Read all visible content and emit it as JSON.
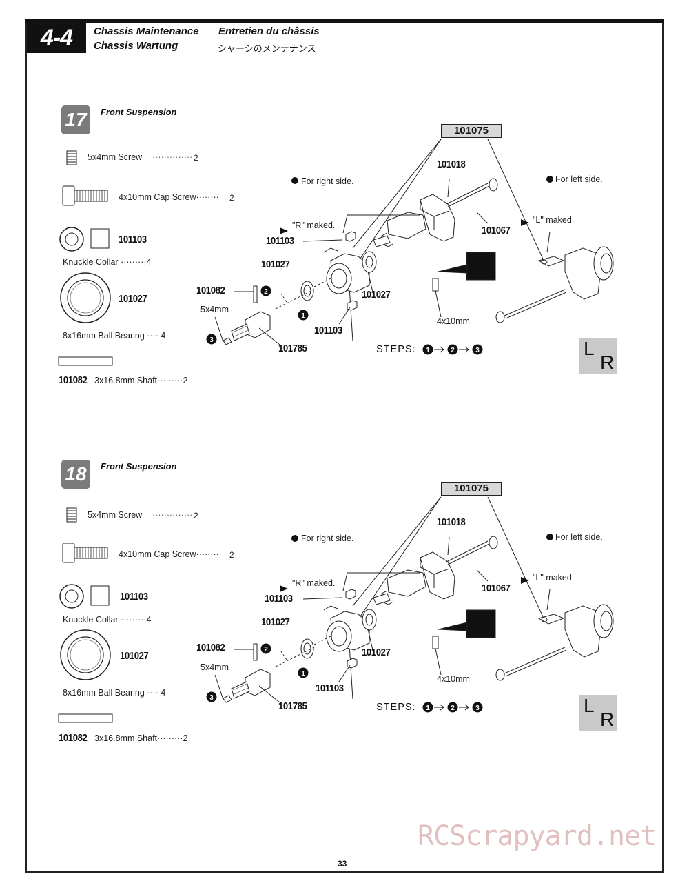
{
  "header": {
    "section_number": "4-4",
    "title_en": "Chassis Maintenance",
    "title_fr": "Entretien du châssis",
    "title_de": "Chassis Wartung",
    "title_jp": "シャーシのメンテナンス"
  },
  "steps": [
    {
      "number": "17",
      "title": "Front Suspension",
      "parts": {
        "screw_label": "5x4mm  Screw",
        "screw_dots": "··············",
        "screw_qty": "2",
        "cap_screw_label": "4x10mm Cap Screw········",
        "cap_screw_qty": "2",
        "knuckle_part": "101103",
        "knuckle_label": "Knuckle Collar ·········4",
        "bearing_part": "101027",
        "bearing_label": "8x16mm Ball Bearing ···· 4",
        "shaft_part": "101082",
        "shaft_label": "3x16.8mm Shaft·········2"
      },
      "diagram": {
        "kit_part": "101075",
        "p101018": "101018",
        "p101067": "101067",
        "p101103a": "101103",
        "p101027a": "101027",
        "p101082": "101082",
        "p101027b": "101027",
        "p101103b": "101103",
        "p101785": "101785",
        "right_side": "For right side.",
        "left_side": "For left side.",
        "r_mark": "\"R\" maked.",
        "l_mark": "\"L\" maked.",
        "screw_5x4": "5x4mm",
        "screw_4x10": "4x10mm",
        "steps_label": "STEPS:",
        "lr_l": "L",
        "lr_r": "R"
      }
    },
    {
      "number": "18",
      "title": "Front Suspension",
      "parts": {
        "screw_label": "5x4mm  Screw",
        "screw_dots": "··············",
        "screw_qty": "2",
        "cap_screw_label": "4x10mm Cap Screw········",
        "cap_screw_qty": "2",
        "knuckle_part": "101103",
        "knuckle_label": "Knuckle Collar ·········4",
        "bearing_part": "101027",
        "bearing_label": "8x16mm Ball Bearing ···· 4",
        "shaft_part": "101082",
        "shaft_label": "3x16.8mm Shaft·········2"
      },
      "diagram": {
        "kit_part": "101075",
        "p101018": "101018",
        "p101067": "101067",
        "p101103a": "101103",
        "p101027a": "101027",
        "p101082": "101082",
        "p101027b": "101027",
        "p101103b": "101103",
        "p101785": "101785",
        "right_side": "For right side.",
        "left_side": "For left side.",
        "r_mark": "\"R\" maked.",
        "l_mark": "\"L\" maked.",
        "screw_5x4": "5x4mm",
        "screw_4x10": "4x10mm",
        "steps_label": "STEPS:",
        "lr_l": "L",
        "lr_r": "R"
      }
    }
  ],
  "footer": {
    "page_number": "33",
    "watermark": "RCScrapyard.net"
  }
}
